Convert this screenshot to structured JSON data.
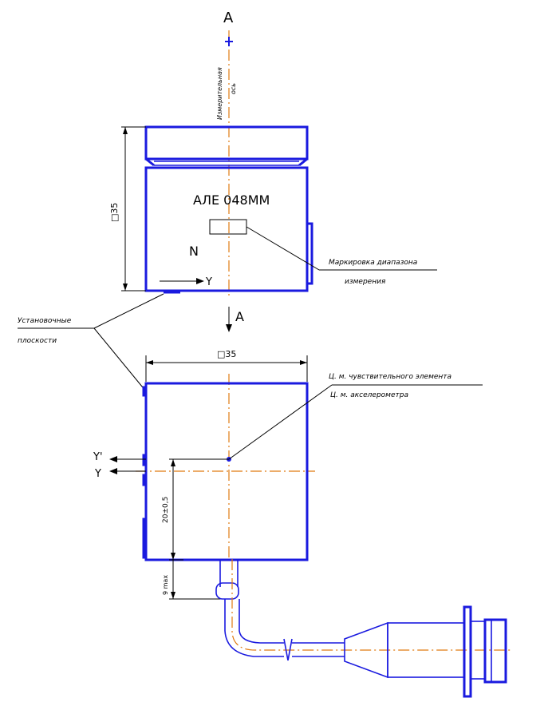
{
  "section_label_top": "А",
  "section_label_mid": "А",
  "model_text": "АЛЕ 048ММ",
  "n_label": "N",
  "y_label_top": "Y",
  "y_prime_label": "Y'",
  "y_label_bottom": "Y",
  "dim_height_top": "□35",
  "dim_width_bottom": "□35",
  "dim_offset": "20±0,5",
  "dim_small": "9 max",
  "axis_note_line1": "Измерительная",
  "axis_note_line2": "ось",
  "marking_note_line1": "Маркировка диапазона",
  "marking_note_line2": "измерения",
  "mount_note_line1": "Установочные",
  "mount_note_line2": "плоскости",
  "center_note_line1": "Ц. м. чувствительного элемента",
  "center_note_line2": "Ц. м. акселерометра"
}
